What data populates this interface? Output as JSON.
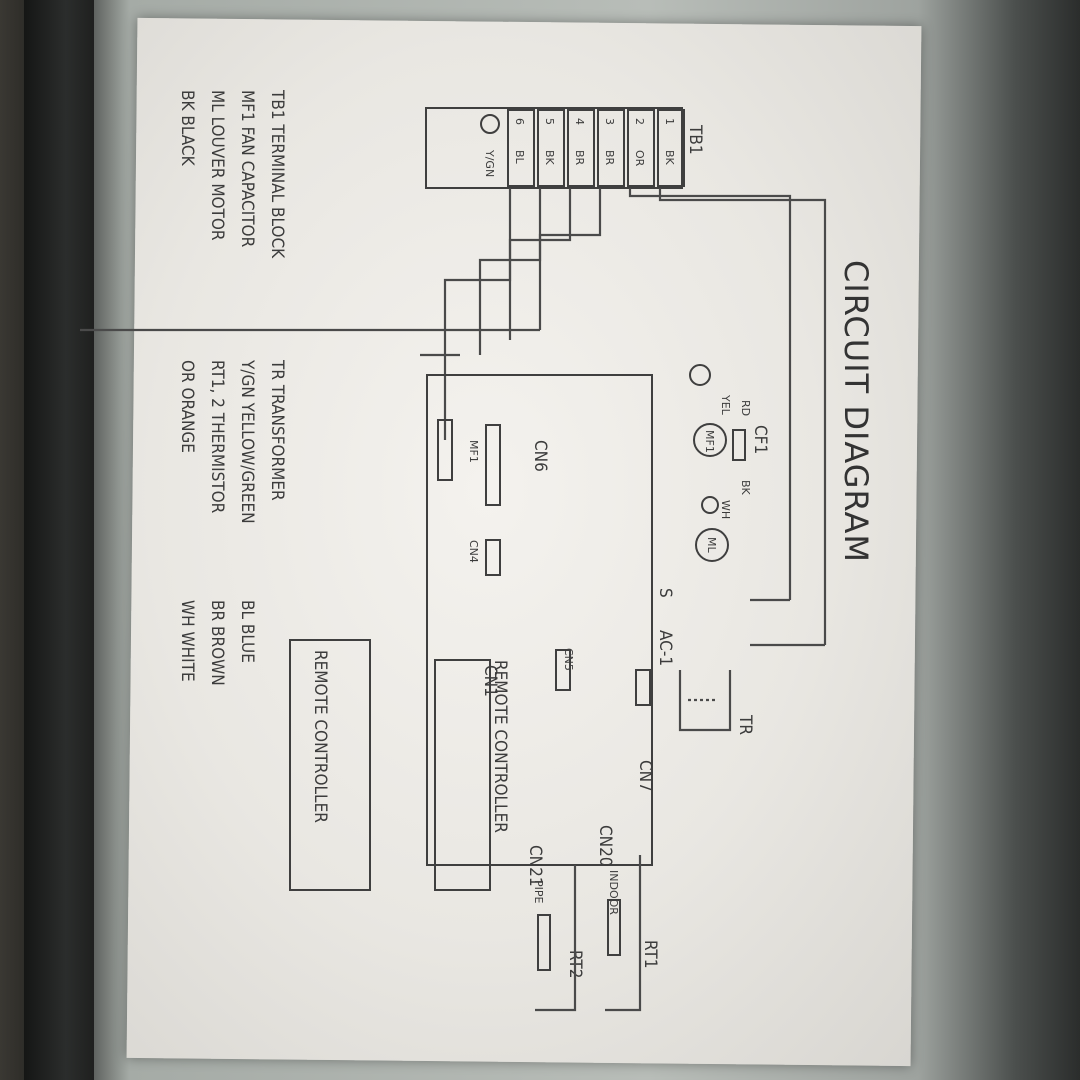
{
  "diagram": {
    "title": "CIRCUIT DIAGRAM",
    "terminal_block": {
      "name": "TB1",
      "numbers": [
        "1",
        "2",
        "3",
        "4",
        "5",
        "6"
      ],
      "wires": [
        "BK",
        "OR",
        "BR",
        "BR",
        "BK",
        "BL"
      ],
      "ground": "Y/GN"
    },
    "fan_motor": {
      "name": "MF1",
      "capacitor": "CF1",
      "lead_top": "RD",
      "lead_side": "BK",
      "lead_yellow": "YEL",
      "lead_white": "WH"
    },
    "louver_motor": "ML",
    "connectors": {
      "cn4": "CN4",
      "cn5": "CN5",
      "cn6": "CN6",
      "cn1": "CN1",
      "cn7": "CN7",
      "cn20": "CN20",
      "cn21": "CN21",
      "s": "S",
      "ac1": "AC-1"
    },
    "mf1_label": "MF1",
    "transformer_label": "TR",
    "thermistors": {
      "rt1": "RT1",
      "rt2": "RT2",
      "indoor": "INDOOR",
      "pipe": "PIPE"
    },
    "remote_controller_1": "REMOTE CONTROLLER",
    "remote_controller_2": "REMOTE CONTROLLER"
  },
  "legend": [
    {
      "code": "TB1",
      "text": "TERMINAL BLOCK"
    },
    {
      "code": "TR",
      "text": "TRANSFORMER"
    },
    {
      "code": "MF1",
      "text": "FAN CAPACITOR"
    },
    {
      "code": "Y/GN",
      "text": "YELLOW/GREEN"
    },
    {
      "code": "BL",
      "text": "BLUE"
    },
    {
      "code": "ML",
      "text": "LOUVER MOTOR"
    },
    {
      "code": "RT1, 2",
      "text": "THERMISTOR"
    },
    {
      "code": "BR",
      "text": "BROWN"
    },
    {
      "code": "BK",
      "text": "BLACK"
    },
    {
      "code": "OR",
      "text": "ORANGE"
    },
    {
      "code": "WH",
      "text": "WHITE"
    }
  ],
  "legend_lines": [
    "TB1  TERMINAL  BLOCK",
    "TR  TRANSFORMER",
    "MF1  FAN  CAPACITOR",
    "Y/GN  YELLOW/GREEN",
    "BL  BLUE",
    "ML  LOUVER  MOTOR",
    "RT1, 2  THERMISTOR",
    "BR  BROWN",
    "BK  BLACK",
    "OR  ORANGE",
    "WH  WHITE"
  ]
}
